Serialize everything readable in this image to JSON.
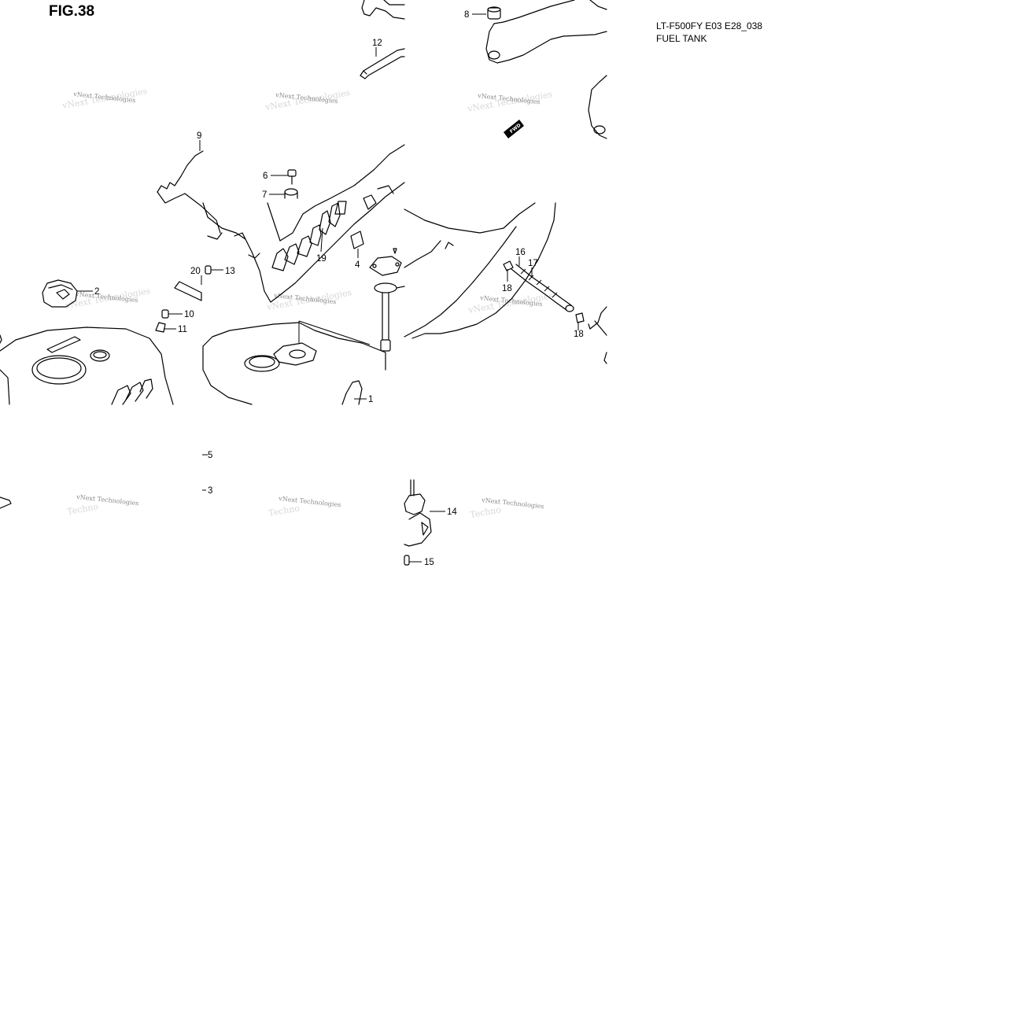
{
  "header": {
    "figure_title": "FIG.38",
    "model_code": "LT-F500FY E03 E28_038",
    "section_title": "FUEL TANK"
  },
  "watermark": {
    "line1": "vNext Technologies",
    "line2": "Techno"
  },
  "labels": {
    "fwd": "FWD"
  },
  "callouts": {
    "c1": "1",
    "c2": "2",
    "c3": "3",
    "c4": "4",
    "c5": "5",
    "c6": "6",
    "c7": "7",
    "c8": "8",
    "c9": "9",
    "c10": "10",
    "c11": "11",
    "c12": "12",
    "c13": "13",
    "c14": "14",
    "c15": "15",
    "c16": "16",
    "c17": "17",
    "c18a": "18",
    "c18b": "18",
    "c19": "19",
    "c20": "20"
  }
}
